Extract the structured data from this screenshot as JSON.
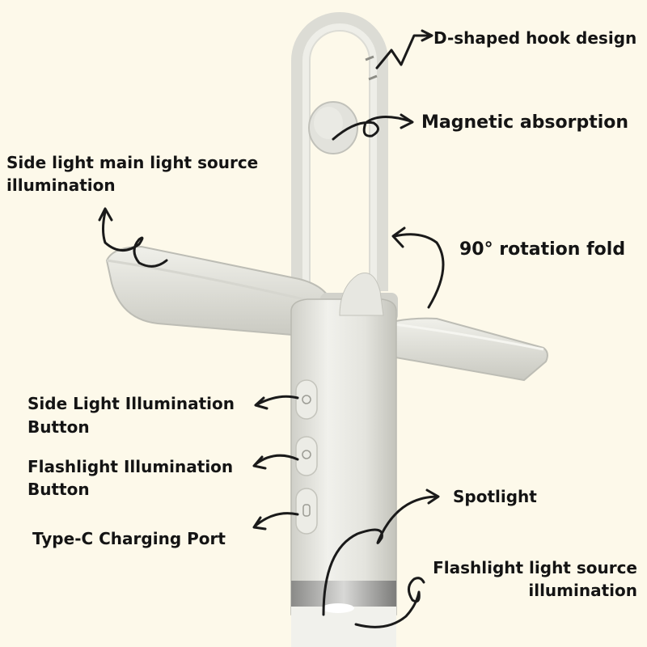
{
  "colors": {
    "background": "#fdf9ea",
    "product_body": "#e6e6e0",
    "product_shadow": "#c9c9c2",
    "text": "#141414",
    "arrow": "#1a1a1a"
  },
  "callouts": {
    "hook": "D-shaped hook design",
    "magnetic": "Magnetic absorption",
    "side_light_line1": "Side light main light source",
    "side_light_line2": "illumination",
    "rotation": "90° rotation fold",
    "side_button_line1": "Side Light Illumination",
    "side_button_line2": "Button",
    "flash_button_line1": "Flashlight Illumination",
    "flash_button_line2": "Button",
    "charging_port": "Type-C Charging Port",
    "spotlight": "Spotlight",
    "flash_source_line1": "Flashlight light source",
    "flash_source_line2": "illumination"
  }
}
